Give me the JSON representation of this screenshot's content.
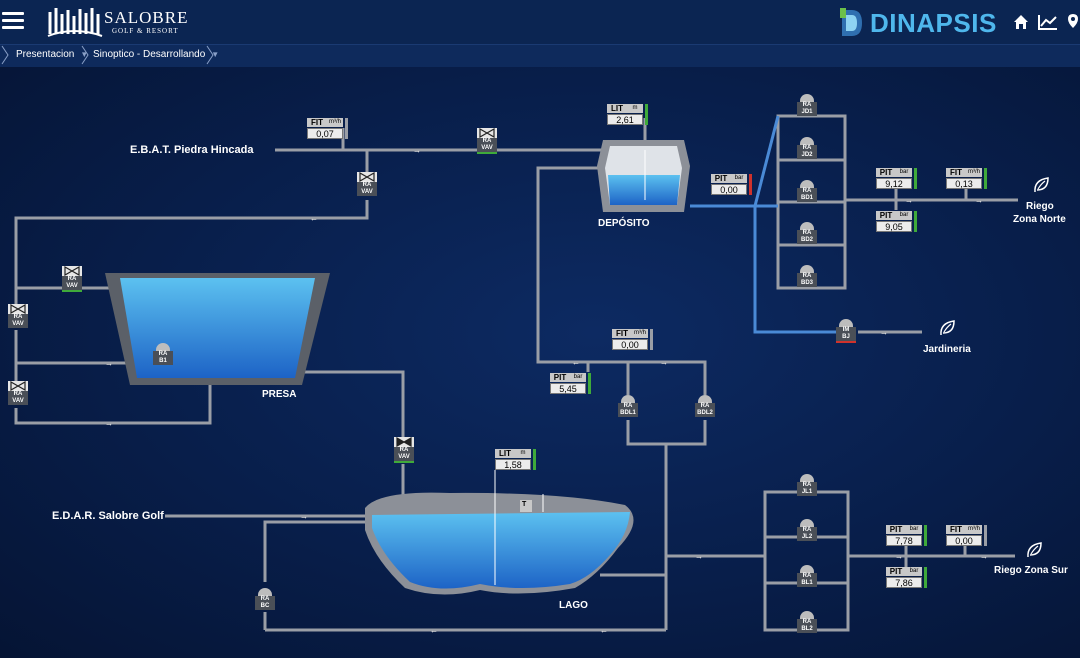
{
  "header": {
    "logo_text": "SALOBRE",
    "logo_sub": "GOLF & RESORT",
    "brand": "DINAPSIS"
  },
  "breadcrumb": [
    {
      "label": "Presentacion"
    },
    {
      "label": "Sinoptico - Desarrollando"
    }
  ],
  "colors": {
    "accent": "#4fb7ec",
    "ok": "#3faa3a",
    "alarm": "#d0322c",
    "pipe": "#9a9ea6",
    "pipe_blue": "#4a8ad6"
  },
  "labels": {
    "ebat": "E.B.A.T. Piedra Hincada",
    "edar": "E.D.A.R. Salobre Golf",
    "presa": "PRESA",
    "deposito": "DEPÓSITO",
    "lago": "LAGO",
    "riego_norte_1": "Riego",
    "riego_norte_2": "Zona Norte",
    "riego_sur": "Riego Zona Sur",
    "jardineria": "Jardineria",
    "lago_t": "T"
  },
  "instruments": {
    "fit_ebat": {
      "tag": "FIT",
      "unit": "m³/h",
      "value": "0,07"
    },
    "lit_deposito": {
      "tag": "LIT",
      "unit": "m",
      "value": "2,61"
    },
    "pit_deposito": {
      "tag": "PIT",
      "unit": "bar",
      "value": "0,00"
    },
    "pit_norte_1": {
      "tag": "PIT",
      "unit": "bar",
      "value": "9,12"
    },
    "pit_norte_2": {
      "tag": "PIT",
      "unit": "bar",
      "value": "9,05"
    },
    "fit_norte": {
      "tag": "FIT",
      "unit": "m³/h",
      "value": "0,13"
    },
    "fit_lago": {
      "tag": "FIT",
      "unit": "m³/h",
      "value": "0,00"
    },
    "pit_lago": {
      "tag": "PIT",
      "unit": "bar",
      "value": "5,45"
    },
    "lit_lago": {
      "tag": "LIT",
      "unit": "m",
      "value": "1,58"
    },
    "pit_sur_1": {
      "tag": "PIT",
      "unit": "bar",
      "value": "7,78"
    },
    "pit_sur_2": {
      "tag": "PIT",
      "unit": "bar",
      "value": "7,86"
    },
    "fit_sur": {
      "tag": "FIT",
      "unit": "m³/h",
      "value": "0,00"
    }
  },
  "devices": {
    "jd1": {
      "mode": "RA",
      "tag": "JD1"
    },
    "jd2": {
      "mode": "RA",
      "tag": "JD2"
    },
    "bd1": {
      "mode": "RA",
      "tag": "BD1"
    },
    "bd2": {
      "mode": "RA",
      "tag": "BD2"
    },
    "bd3": {
      "mode": "RA",
      "tag": "BD3"
    },
    "bj": {
      "mode": "IM",
      "tag": "BJ"
    },
    "b1": {
      "mode": "RA",
      "tag": "B1"
    },
    "bdl1": {
      "mode": "RA",
      "tag": "BDL1"
    },
    "bdl2": {
      "mode": "RA",
      "tag": "BDL2"
    },
    "bc": {
      "mode": "RA",
      "tag": "BC"
    },
    "jl1": {
      "mode": "RA",
      "tag": "JL1"
    },
    "jl2": {
      "mode": "RA",
      "tag": "JL2"
    },
    "bl1": {
      "mode": "RA",
      "tag": "BL1"
    },
    "bl2": {
      "mode": "RA",
      "tag": "BL2"
    }
  },
  "valves": {
    "vav_ebat": {
      "mode": "RA",
      "tag": "VAV"
    },
    "vav_branch": {
      "mode": "RA",
      "tag": "VAV"
    },
    "vav_presa_in": {
      "mode": "RA",
      "tag": "VAV"
    },
    "vav_left_1": {
      "mode": "RA",
      "tag": "VAV"
    },
    "vav_left_2": {
      "mode": "RA",
      "tag": "VAV"
    },
    "vav_lago_in": {
      "mode": "RA",
      "tag": "VAV"
    }
  }
}
